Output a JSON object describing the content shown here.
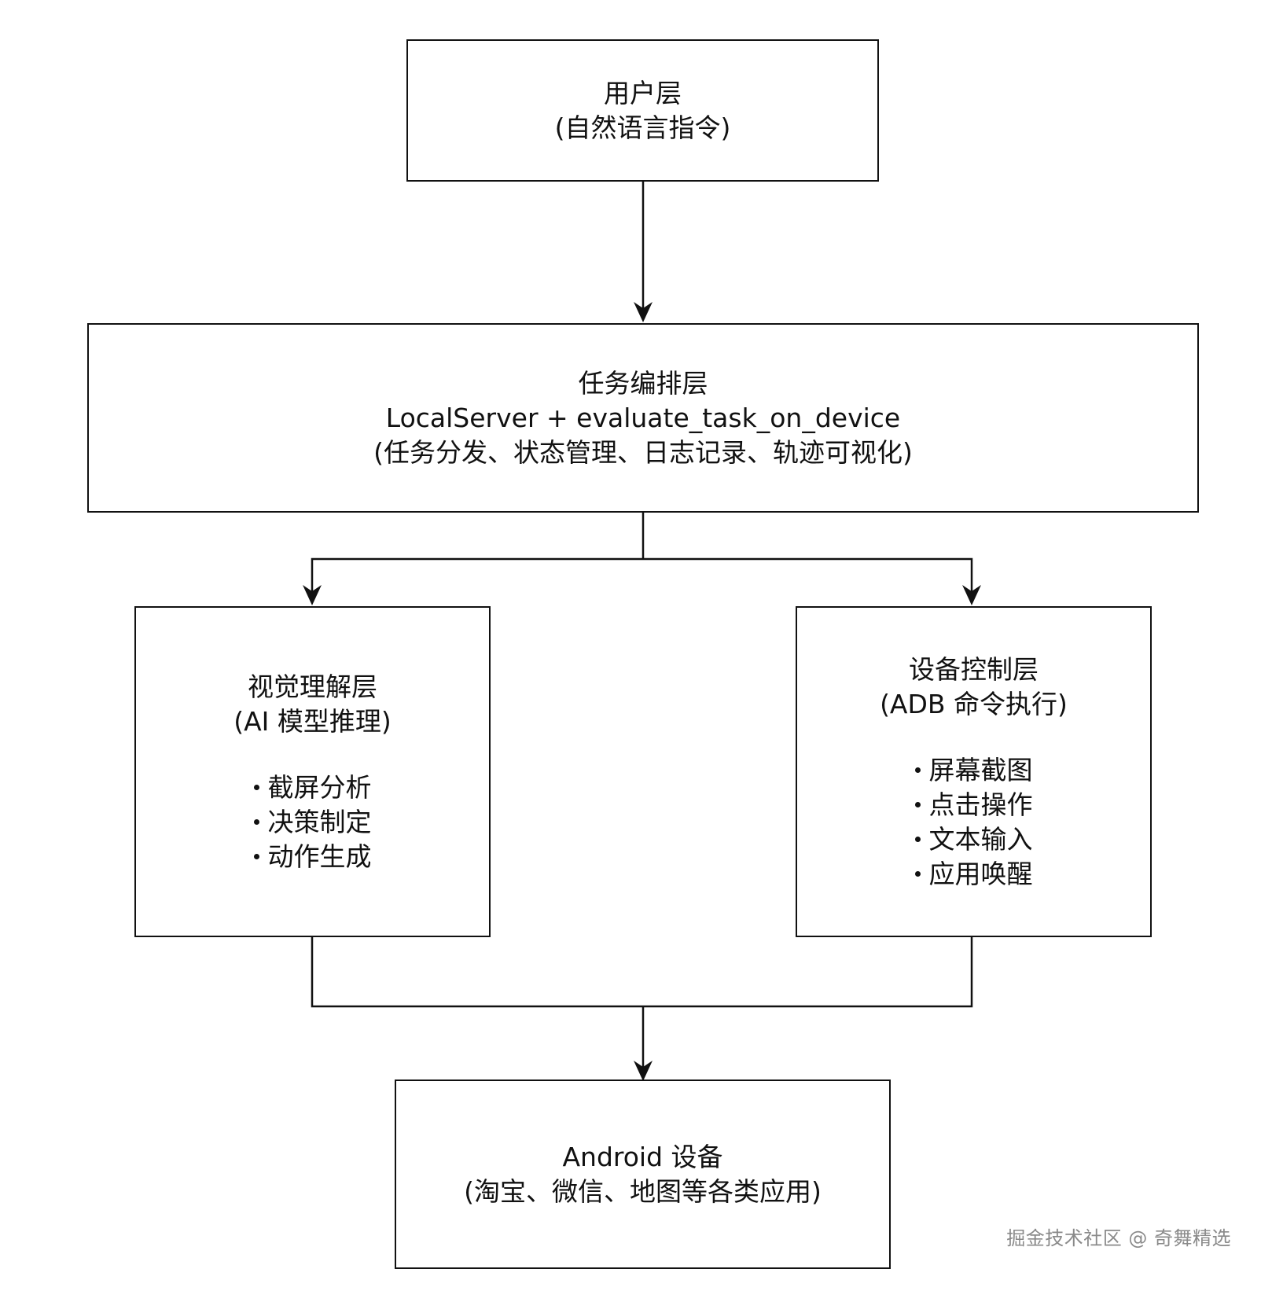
{
  "diagram": {
    "user_layer": {
      "title": "用户层",
      "subtitle": "(自然语言指令)"
    },
    "orchestration_layer": {
      "title": "任务编排层",
      "components": "LocalServer + evaluate_task_on_device",
      "subtitle": "(任务分发、状态管理、日志记录、轨迹可视化)"
    },
    "vision_layer": {
      "title": "视觉理解层",
      "subtitle": "(AI 模型推理)",
      "items": [
        "截屏分析",
        "决策制定",
        "动作生成"
      ]
    },
    "device_control_layer": {
      "title": "设备控制层",
      "subtitle": "(ADB 命令执行)",
      "items": [
        "屏幕截图",
        "点击操作",
        "文本输入",
        "应用唤醒"
      ]
    },
    "android_device": {
      "title": "Android 设备",
      "subtitle": "(淘宝、微信、地图等各类应用)"
    }
  },
  "watermark": "掘金技术社区 @ 奇舞精选"
}
